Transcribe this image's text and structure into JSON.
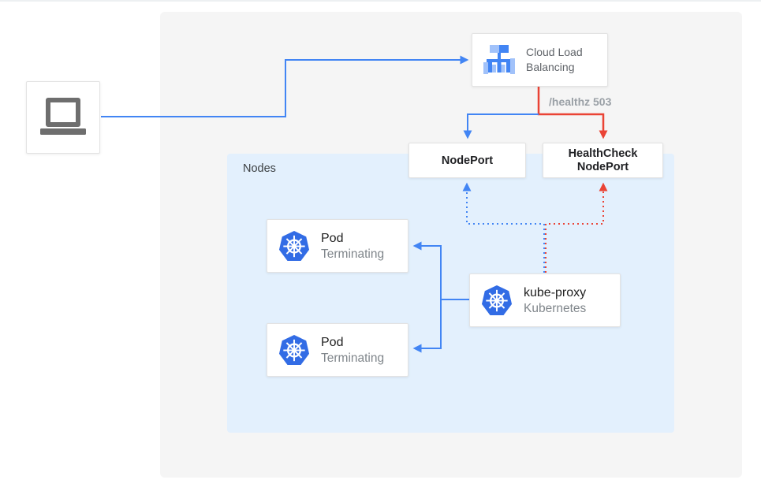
{
  "nodes_group": {
    "label": "Nodes"
  },
  "cloud_load_balancing": {
    "label": "Cloud Load Balancing"
  },
  "healthz_label": "/healthz 503",
  "nodeport": {
    "label": "NodePort"
  },
  "healthcheck_nodeport": {
    "line1": "HealthCheck",
    "line2": "NodePort"
  },
  "pods": [
    {
      "title": "Pod",
      "status": "Terminating"
    },
    {
      "title": "Pod",
      "status": "Terminating"
    }
  ],
  "kube_proxy": {
    "title": "kube-proxy",
    "subtitle": "Kubernetes"
  },
  "colors": {
    "flow_blue": "#4285F4",
    "flow_red": "#EA4335",
    "kubernetes_blue": "#326CE5",
    "load_balancer_blue": "#4285F4",
    "load_balancer_light_blue": "#A1C2FA",
    "panel_gray": "#f5f5f5",
    "nodes_background": "#e3f0fd",
    "dark_text": "#202124",
    "muted_text": "#80868b",
    "healthz_text": "#9aa0a6",
    "laptop_gray": "#6e6e6e"
  }
}
